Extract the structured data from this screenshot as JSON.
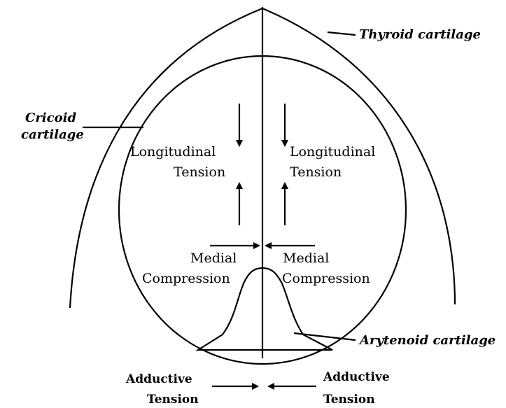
{
  "labels": {
    "thyroid": "Thyroid cartilage",
    "cricoid_line1": "Cricoid",
    "cricoid_line2": "cartilage",
    "arytenoid": "Arytenoid cartilage",
    "long_left_1": "Longitudinal",
    "long_left_2": "Tension",
    "long_right_1": "Longitudinal",
    "long_right_2": "Tension",
    "medial_left_1": "Medial",
    "medial_left_2": "Compression",
    "medial_right_1": "Medial",
    "medial_right_2": "Compression",
    "adductive_left_1": "Adductive",
    "adductive_left_2": "Tension",
    "adductive_right_1": "Adductive",
    "adductive_right_2": "Tension"
  },
  "colors": {
    "ink": "#000000",
    "background": "#ffffff"
  }
}
